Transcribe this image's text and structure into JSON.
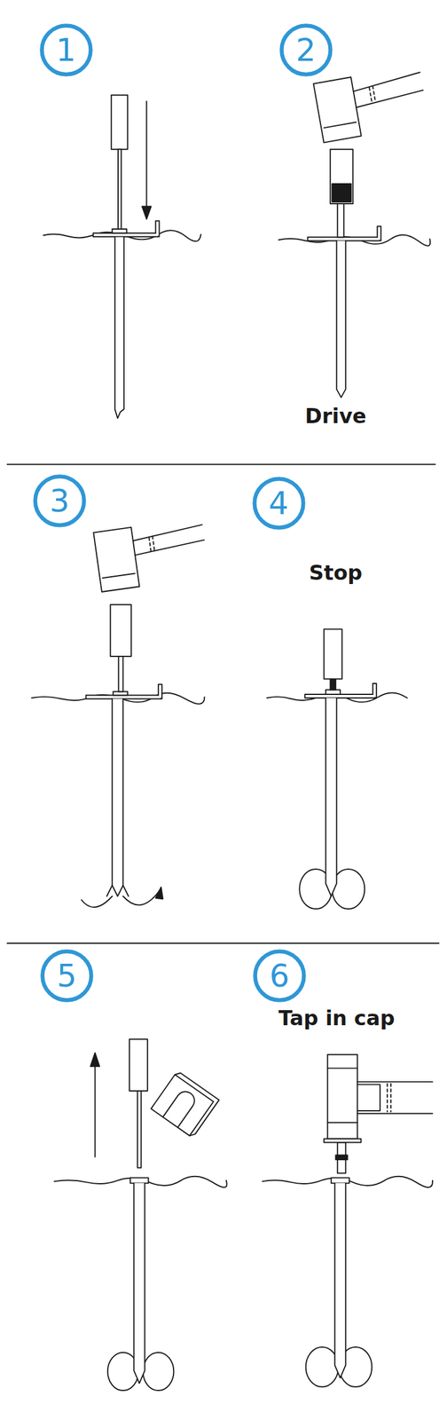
{
  "diagram": {
    "nodes": [
      {
        "text": [
          "1"
        ]
      },
      {
        "text": [
          "2"
        ]
      },
      {
        "text": [
          "3"
        ]
      },
      {
        "text": [
          "4"
        ]
      },
      {
        "text": [
          "5"
        ]
      },
      {
        "text": [
          "6"
        ]
      }
    ],
    "labels": [
      "Drive",
      "Stop",
      "Tap in cap"
    ]
  }
}
